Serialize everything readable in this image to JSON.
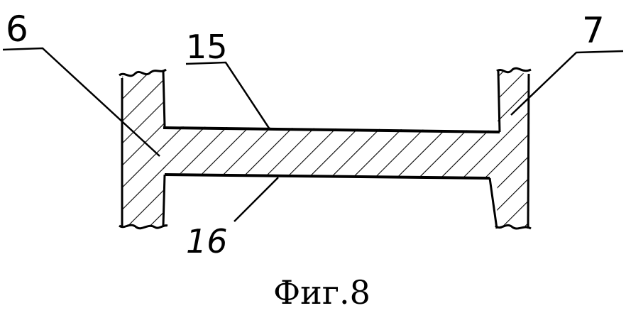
{
  "figure": {
    "caption": "Фиг.8",
    "labels": {
      "part_6": "6",
      "part_7": "7",
      "part_15": "15",
      "part_16": "16"
    }
  }
}
